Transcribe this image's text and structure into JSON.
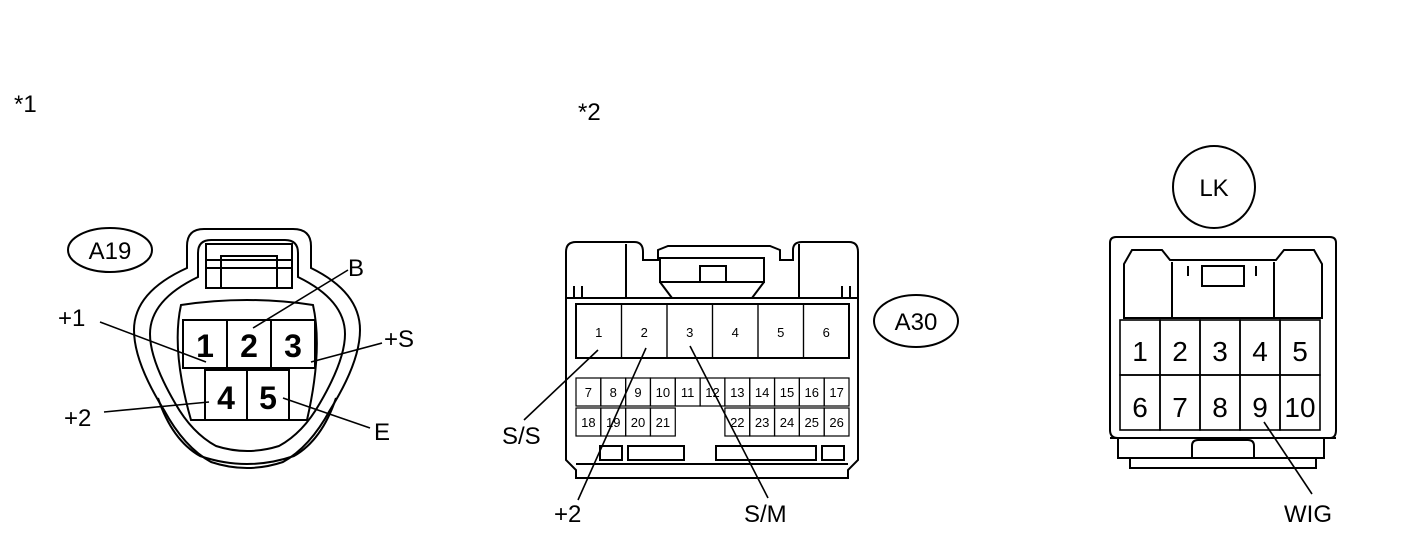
{
  "connector1": {
    "marker": "*1",
    "code": "A19",
    "pins_top": [
      "1",
      "2",
      "3"
    ],
    "pins_bottom": [
      "4",
      "5"
    ],
    "callouts": {
      "b": "B",
      "p1": "+1",
      "ps": "+S",
      "p2": "+2",
      "e": "E"
    }
  },
  "connector2": {
    "marker": "*2",
    "code": "A30",
    "pins_top": [
      "1",
      "2",
      "3",
      "4",
      "5",
      "6"
    ],
    "pins_mid": [
      "7",
      "8",
      "9",
      "10",
      "11",
      "12",
      "13",
      "14",
      "15",
      "16",
      "17"
    ],
    "pins_bot_left": [
      "18",
      "19",
      "20",
      "21"
    ],
    "pins_bot_right": [
      "22",
      "23",
      "24",
      "25",
      "26"
    ],
    "callouts": {
      "ss": "S/S",
      "p2": "+2",
      "sm": "S/M"
    }
  },
  "connector3": {
    "code": "LK",
    "pins_top": [
      "1",
      "2",
      "3",
      "4",
      "5"
    ],
    "pins_bottom": [
      "6",
      "7",
      "8",
      "9",
      "10"
    ],
    "callouts": {
      "wig": "WIG"
    }
  }
}
